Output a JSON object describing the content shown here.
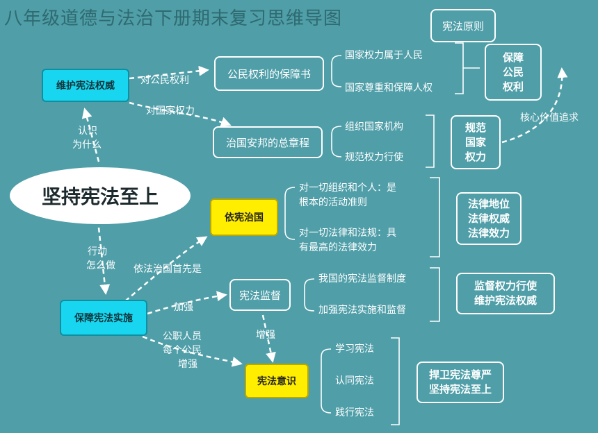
{
  "title": "八年级道德与法治下册期末复习思维导图",
  "center": "坚持宪法至上",
  "nodes": {
    "weihu": "维护宪法权威",
    "baozhang": "保障宪法实施",
    "yixian": "依宪治国",
    "jiandu": "宪法监督",
    "yishi": "宪法意识",
    "minquan": "公民权利的保障书",
    "zhiguo": "治国安邦的总章程",
    "yuanze": "宪法原则"
  },
  "edges": {
    "dui_gongmin": "对公民权利",
    "dui_guojia": "对国家权力",
    "renshi": [
      "认识",
      "为什么"
    ],
    "xingdong": [
      "行动",
      "怎么做"
    ],
    "yifa": "依法治国首先是",
    "jiaqiang": "加强",
    "zengqiang": "增强",
    "gongzhi": [
      "公职人员",
      "每个公民",
      "增强"
    ],
    "hexin": "核心价值追求"
  },
  "leaves": {
    "minquan": [
      "国家权力属于人民",
      "国家尊重和保障人权"
    ],
    "zhiguo": [
      "组织国家机构",
      "规范权力行使"
    ],
    "yixian": [
      [
        "对一切组织和个人：是",
        "根本的活动准则"
      ],
      [
        "对一切法律和法规：具",
        "有最高的法律效力"
      ]
    ],
    "jiandu": [
      "我国的宪法监督制度",
      "加强宪法实施和监督"
    ],
    "yishi": [
      "学习宪法",
      "认同宪法",
      "践行宪法"
    ]
  },
  "results": {
    "baozhang": [
      "保障",
      "公民",
      "权利"
    ],
    "guifan": [
      "规范",
      "国家",
      "权力"
    ],
    "diwei": [
      "法律地位",
      "法律权威",
      "法律效力"
    ],
    "jiandu": [
      "监督权力行使",
      "维护宪法权威"
    ],
    "hanwei": [
      "捍卫宪法尊严",
      "坚持宪法至上"
    ]
  },
  "colors": {
    "background": "#4f9ea8",
    "cyan_node": "#19d6f0",
    "yellow_node": "#ffee00",
    "line": "#ffffff",
    "title": "#2f6a70"
  }
}
